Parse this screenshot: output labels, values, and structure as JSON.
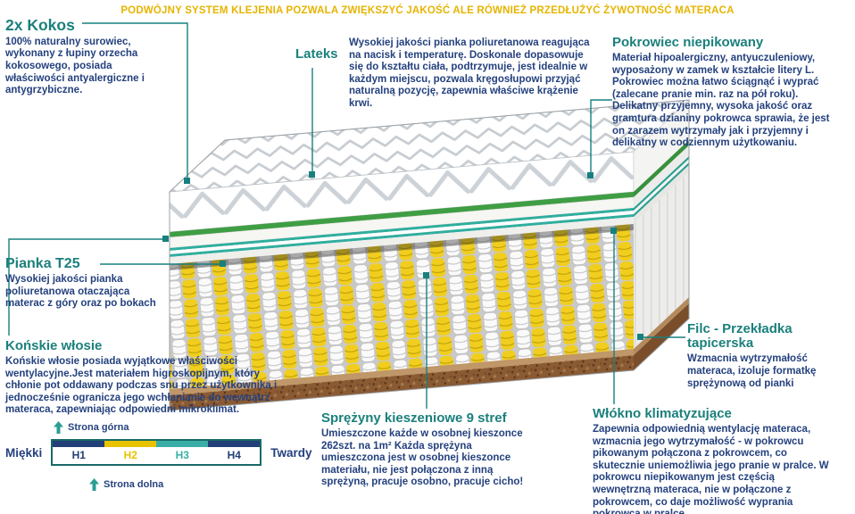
{
  "banner": {
    "text": "PODWÓJNY SYSTEM KLEJENIA POZWALA ZWIĘKSZYĆ JAKOŚĆ ALE RÓWNIEŻ PRZEDŁUŻYĆ ŻYWOTNOŚĆ MATERACA"
  },
  "callouts": {
    "kokos": {
      "title": "2x Kokos",
      "body": "100% naturalny surowiec, wykonany z łupiny orzecha kokosowego, posiada właściwości antyalergiczne i antygrzybiczne."
    },
    "lateks": {
      "title": "Lateks",
      "body": "Wysokiej jakości pianka poliuretanowa reagująca na nacisk i temperaturę. Doskonale dopasowuje się do kształtu ciała, podtrzymuje, jest idealnie w każdym miejscu, pozwala kręgosłupowi przyjąć naturalną pozycję, zapewnia właściwe krążenie krwi."
    },
    "pokrowiec": {
      "title": "Pokrowiec niepikowany",
      "body": "Materiał hipoalergiczny, antyuczuleniowy, wyposażony w zamek w kształcie litery L. Pokrowiec można łatwo ściągnąć i wyprać (zalecane pranie min. raz na pół roku). Delikatny przyjemny, wysoka jakość oraz gramtura dzianiny pokrowca sprawia, że jest on zarazem wytrzymały jak i przyjemny i delikatny w codziennym użytkowaniu."
    },
    "pianka": {
      "title": "Pianka T25",
      "body": "Wysokiej jakości pianka poliuretanowa otaczająca materac z góry oraz po bokach"
    },
    "konskie": {
      "title": "Końskie włosie",
      "body": "Końskie włosie posiada wyjątkowe właściwości wentylacyjne.Jest materiałem higroskopijnym, który chłonie pot oddawany podczas snu przez użytkownika i jednocześnie ogranicza jego wchłanianie do wewnątrz materaca, zapewniając odpowiedni mikroklimat."
    },
    "sprezyny": {
      "title": "Sprężyny kieszeniowe 9 stref",
      "body": "Umieszczone każde w osobnej kieszonce 262szt. na 1m² Każda sprężyna umieszczona jest w osobnej kieszonce materiału, nie jest połączona z inną sprężyną, pracuje osobno, pracuje cicho!"
    },
    "filc": {
      "title": "Filc - Przekładka tapicerska",
      "body": "Wzmacnia wytrzymałość materaca, izoluje formatkę sprężynową od pianki"
    },
    "wlokno": {
      "title": "Włókno klimatyzujące",
      "body": "Zapewnia odpowiednią wentylację materaca, wzmacnia jego wytrzymałość - w pokrowcu pikowanym połączona z pokrowcem, co skutecznie uniemożliwia jego pranie w pralce. W pokrowcu niepikowanym jest częścią wewnętrzną materaca, nie w połączone z pokrowcem, co daje możliwość wyprania pokrowca w pralce."
    }
  },
  "scale": {
    "top_label": "Strona górna",
    "bottom_label": "Strona dolna",
    "left_label": "Miękki",
    "right_label": "Twardy",
    "levels": [
      {
        "label": "H1",
        "color": "#223f77"
      },
      {
        "label": "H2",
        "color": "#e9c200"
      },
      {
        "label": "H3",
        "color": "#3aaea6"
      },
      {
        "label": "H4",
        "color": "#223f77"
      }
    ]
  },
  "colors": {
    "accent_teal": "#1b807c",
    "text_navy": "#24417e",
    "banner_gold": "#e6b400",
    "spring_yellow": "#f1ce1e",
    "layer_green": "#3f9e44",
    "base_brown": "#8a5a33"
  }
}
